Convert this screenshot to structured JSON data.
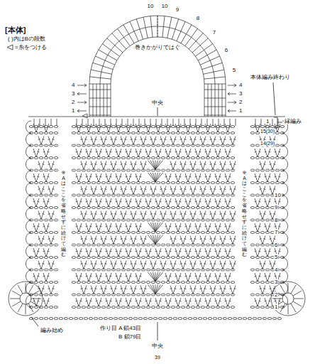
{
  "diagram": {
    "title": "[本体]",
    "labels": [
      "10",
      "10",
      "9",
      "8",
      "7",
      "6",
      "5",
      "4",
      "3",
      "2",
      "1",
      "4",
      "3",
      "2",
      "1",
      "巻きかがりではぐ",
      "中央",
      "本体編み終わり",
      "1",
      "縁編み",
      "15(30)",
      "14(29)",
      "10",
      "9",
      "8",
      "7",
      "6",
      "5",
      "4",
      "3",
      "2",
      "1",
      "※Aはここを省略せずに続けて編む",
      "※Aはここを省略せずに続けて編む",
      "編み始め",
      "作り目 A 鎖43目",
      "B 鎖79目",
      "中央",
      "39"
    ],
    "legend": [
      {
        "text": "( )内はBの段数"
      },
      {
        "text": "=糸をつける"
      }
    ]
  }
}
